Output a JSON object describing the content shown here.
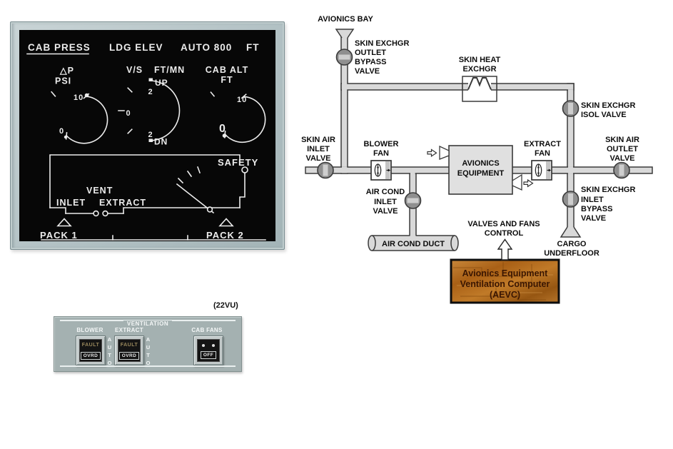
{
  "ecam": {
    "title": "CAB PRESS",
    "header": {
      "ldg_elev": "LDG ELEV",
      "mode": "AUTO 800",
      "unit": "FT"
    },
    "delta_p": {
      "label": "△P",
      "unit": "PSI",
      "max": "10",
      "min": "0"
    },
    "vs": {
      "label_1": "V/S",
      "label_2": "FT/MN",
      "up": "UP",
      "up_value": "2",
      "mid": "0",
      "dn_value": "2",
      "dn": "DN"
    },
    "cab_alt": {
      "label": "CAB ALT",
      "unit": "FT",
      "max": "10",
      "min": "0"
    },
    "schematic": {
      "safety": "SAFETY",
      "vent": "VENT",
      "inlet": "INLET",
      "extract": "EXTRACT",
      "pack_1": "PACK 1",
      "pack_2": "PACK 2"
    }
  },
  "diagram": {
    "avionics_bay": "AVIONICS BAY",
    "outlet_bypass_valve": [
      "SKIN EXCHGR",
      "OUTLET",
      "BYPASS",
      "VALVE"
    ],
    "skin_heat_exchgr": [
      "SKIN HEAT",
      "EXCHGR"
    ],
    "isol_valve": [
      "SKIN EXCHGR",
      "ISOL VALVE"
    ],
    "skin_air_inlet_valve": [
      "SKIN AIR",
      "INLET",
      "VALVE"
    ],
    "blower_fan": [
      "BLOWER",
      "FAN"
    ],
    "avionics_equipment": [
      "AVIONICS",
      "EQUIPMENT"
    ],
    "extract_fan": [
      "EXTRACT",
      "FAN"
    ],
    "skin_air_outlet_valve": [
      "SKIN AIR",
      "OUTLET",
      "VALVE"
    ],
    "air_cond_inlet_valve": [
      "AIR COND",
      "INLET",
      "VALVE"
    ],
    "air_cond_duct": "AIR COND DUCT",
    "valves_fans_control": [
      "VALVES AND FANS",
      "CONTROL"
    ],
    "inlet_bypass_valve": [
      "SKIN EXCHGR",
      "INLET",
      "BYPASS",
      "VALVE"
    ],
    "cargo_underfloor": [
      "CARGO",
      "UNDERFLOOR"
    ],
    "aevc": [
      "Avionics Equipment",
      "Ventilation Computer",
      "(AEVC)"
    ]
  },
  "panel": {
    "tag": "(22VU)",
    "title": "VENTILATION",
    "blower": {
      "label": "BLOWER",
      "fault": "FAULT",
      "ovrd": "OVRD",
      "auto": "AUTO"
    },
    "extract": {
      "label": "EXTRACT",
      "fault": "FAULT",
      "ovrd": "OVRD",
      "auto": "AUTO"
    },
    "cab_fans": {
      "label": "CAB FANS",
      "off": "OFF"
    }
  },
  "colors": {
    "bezel": "#b2c1c4",
    "panel": "#a4b1b1",
    "screen": "#070707",
    "ecam_text": "#ececec",
    "duct_fill": "#d9d9d9",
    "duct_stroke": "#3a3a3a",
    "valve_fill": "#8f8f8f",
    "valve_stripe": "#cecece",
    "aevc_base": "#b06f22",
    "aevc_text": "#3a1602",
    "fault_dim": "#99885c"
  }
}
